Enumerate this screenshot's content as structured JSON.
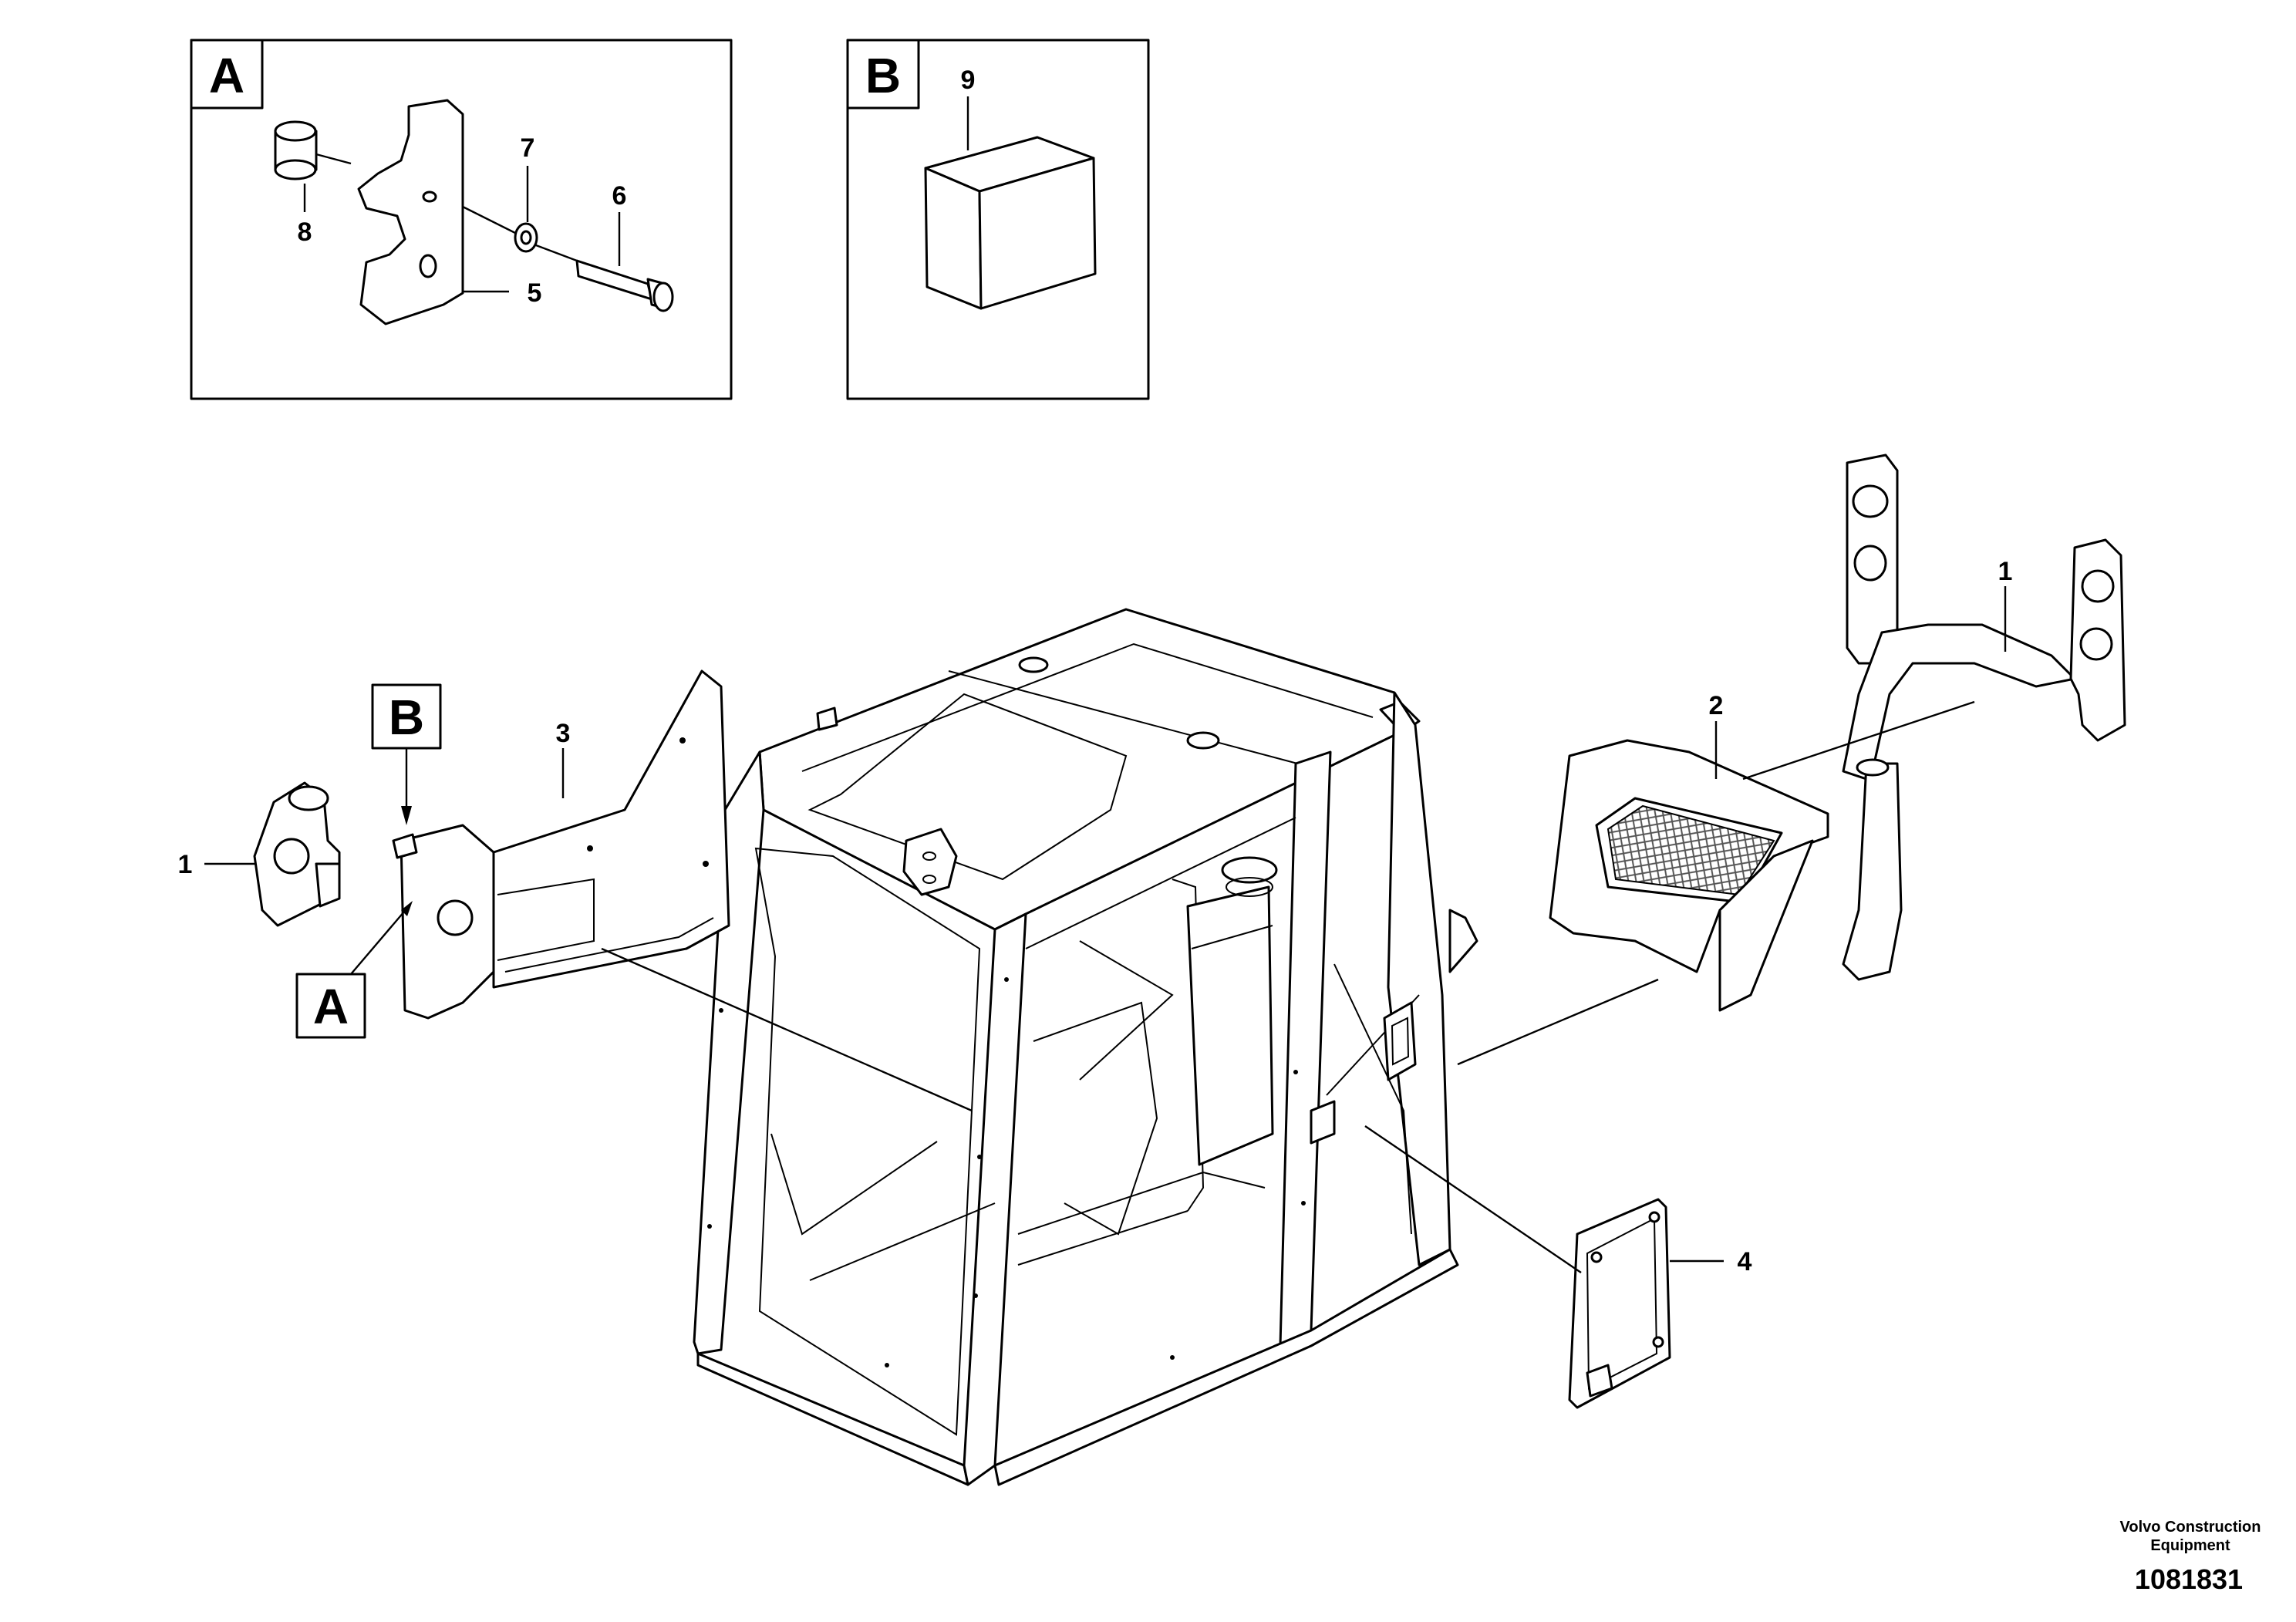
{
  "detail_views": [
    {
      "letter": "A"
    },
    {
      "letter": "B"
    }
  ],
  "ref_tags": [
    {
      "letter": "B"
    },
    {
      "letter": "A"
    }
  ],
  "callouts": {
    "c1_left": "1",
    "c1_right": "1",
    "c2": "2",
    "c3": "3",
    "c4": "4",
    "c5": "5",
    "c6": "6",
    "c7": "7",
    "c8": "8",
    "c9": "9"
  },
  "footer": {
    "company_line1": "Volvo Construction",
    "company_line2": "Equipment",
    "drawing_number": "1081831"
  },
  "colors": {
    "line": "#000000",
    "background": "#ffffff",
    "mesh": "#555555"
  }
}
